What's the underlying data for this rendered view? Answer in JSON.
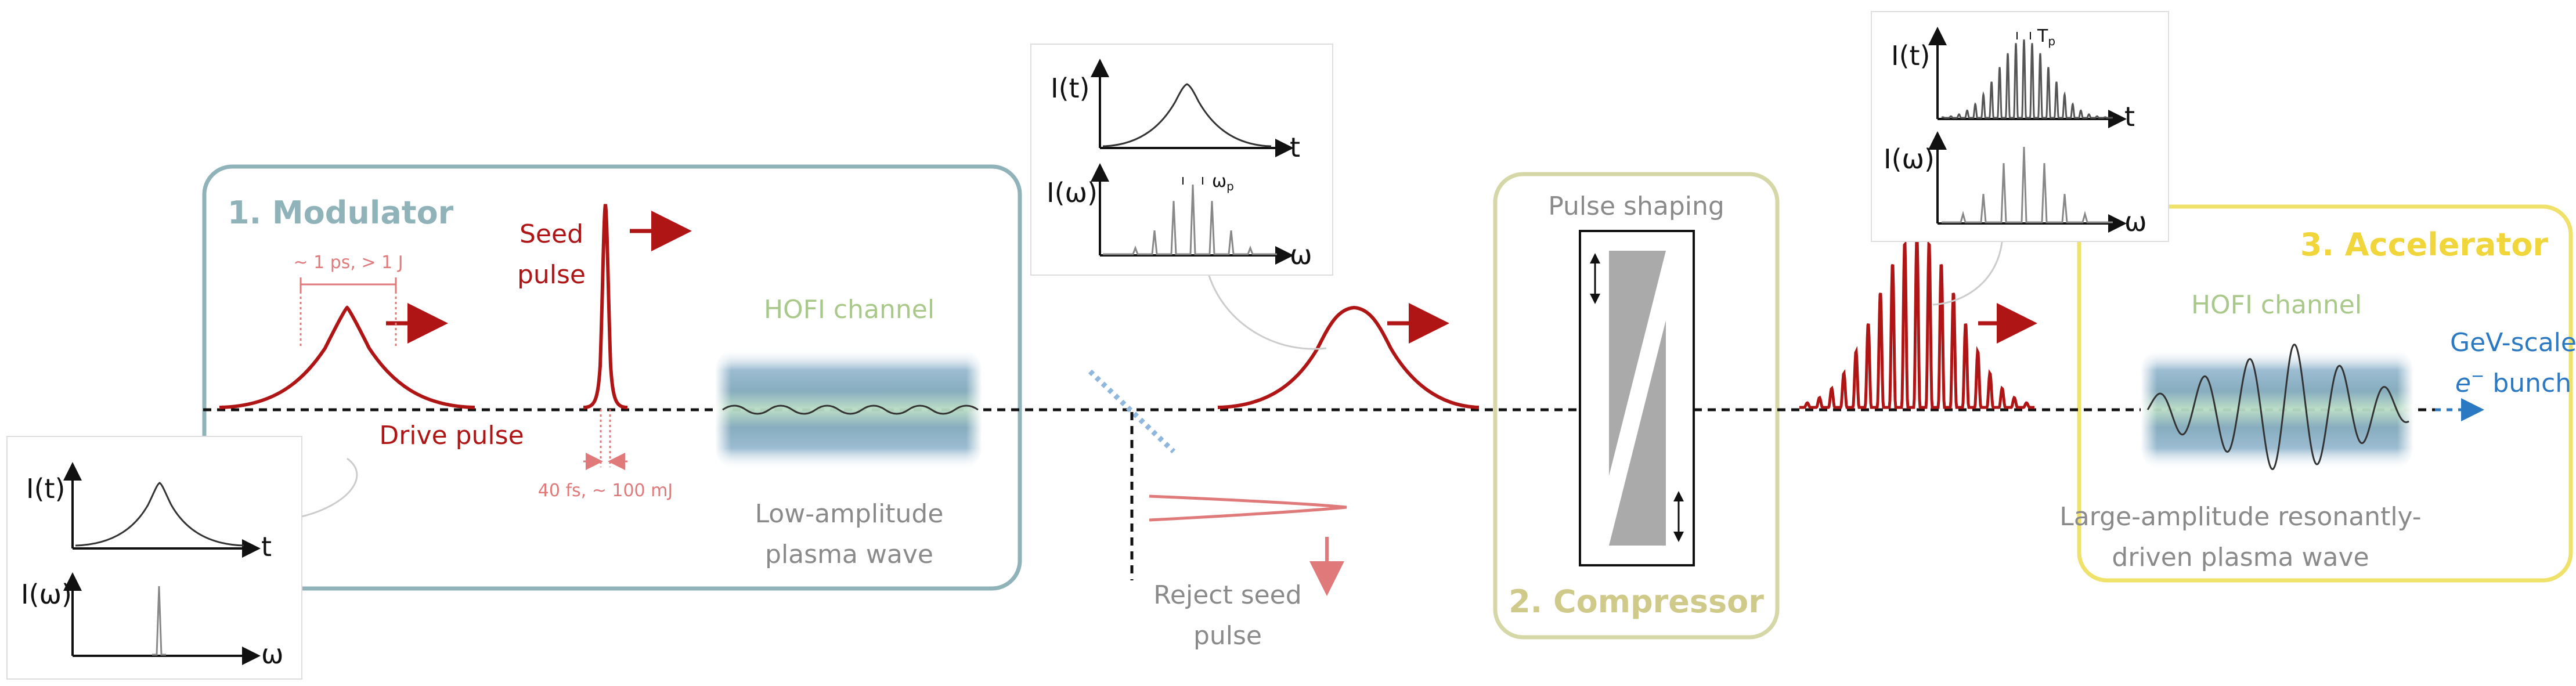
{
  "colors": {
    "modulator_box": "#8fb3b9",
    "compressor_box": "#d5d7a6",
    "accelerator_box": "#f0e16b",
    "modulator_text": "#8fb3b9",
    "compressor_text": "#cfc98a",
    "accelerator_text": "#f0d63a",
    "hofi_text": "#a9c98a",
    "pulse_red": "#b01515",
    "light_red": "#e07a7a",
    "grey_text": "#8a8a8a",
    "blue_text": "#2b79c2",
    "reject_dots": "#8fb7dd",
    "sawtooth_fill": "#aaaaaa"
  },
  "labels": {
    "modulator_title": "1. Modulator",
    "compressor_title": "2. Compressor",
    "accelerator_title": "3. Accelerator",
    "drive_pulse": "Drive pulse",
    "drive_dims": "~ 1 ps, > 1 J",
    "seed_pulse_l1": "Seed",
    "seed_pulse_l2": "pulse",
    "seed_dims": "40 fs, ~ 100 mJ",
    "hofi_left": "HOFI channel",
    "hofi_right": "HOFI channel",
    "low_amp_l1": "Low-amplitude",
    "low_amp_l2": "plasma wave",
    "pulse_shaping": "Pulse shaping",
    "reject_l1": "Reject seed",
    "reject_l2": "pulse",
    "large_amp_l1": "Large-amplitude resonantly-",
    "large_amp_l2": "driven plasma wave",
    "gev_l1": "GeV-scale",
    "gev_l2_sym": "e",
    "gev_l2_sup": "−",
    "gev_l2_rest": " bunch"
  },
  "insets": {
    "inset1": {
      "y_top": "I(t)",
      "x_top": "t",
      "y_bottom": "I(ω)",
      "x_bottom": "ω"
    },
    "inset2": {
      "y_top": "I(t)",
      "x_top": "t",
      "y_bottom": "I(ω)",
      "x_bottom": "ω",
      "marker": "ω",
      "marker_sub": "p"
    },
    "inset3": {
      "y_top": "I(t)",
      "x_top": "t",
      "y_bottom": "I(ω)",
      "x_bottom": "ω",
      "marker": "T",
      "marker_sub": "p"
    }
  }
}
